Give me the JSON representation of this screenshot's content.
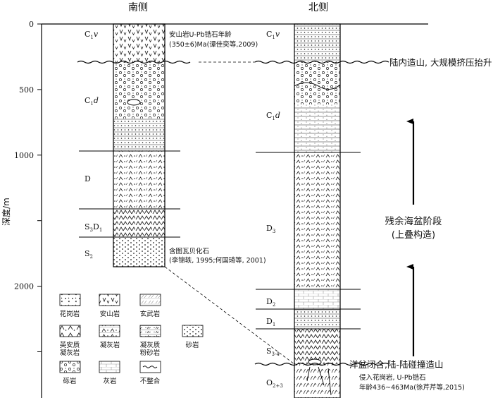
{
  "headers": {
    "south": "南侧",
    "north": "北侧"
  },
  "axis": {
    "title": "深度/m",
    "ticks": [
      {
        "value": 0,
        "label": "0"
      },
      {
        "value": 500,
        "label": "500"
      },
      {
        "value": 1000,
        "label": "1000"
      },
      {
        "value": 1500,
        "label": ""
      },
      {
        "value": 2000,
        "label": "2000"
      },
      {
        "value": 2500,
        "label": ""
      }
    ]
  },
  "south_column": {
    "units": [
      {
        "main": "C",
        "sub": "1",
        "it": "v"
      },
      {
        "main": "C",
        "sub": "1",
        "it": "d"
      },
      {
        "main": "D",
        "sub": "",
        "it": ""
      },
      {
        "main": "S",
        "sub": "3",
        "mid": "D",
        "sub2": "1"
      },
      {
        "main": "S",
        "sub": "2",
        "it": ""
      }
    ]
  },
  "north_column": {
    "units": [
      {
        "main": "C",
        "sub": "1",
        "it": "v"
      },
      {
        "main": "C",
        "sub": "1",
        "it": "d"
      },
      {
        "main": "D",
        "sub": "3",
        "it": ""
      },
      {
        "main": "D",
        "sub": "2",
        "it": ""
      },
      {
        "main": "D",
        "sub": "1",
        "it": ""
      },
      {
        "main": "S",
        "sub": "3-4",
        "it": ""
      },
      {
        "main": "O",
        "sub": "2+3",
        "it": ""
      }
    ]
  },
  "annotations": {
    "andesite_age_1": "安山岩U-Pb锆石年龄",
    "andesite_age_2": "(350±6)Ma(谭佳奕等,2009)",
    "fossil_1": "含图瓦贝化石",
    "fossil_2": "(李锦轶, 1995;何国琦等, 2001)",
    "granite_1": "侵入花岗岩, U-Pb锆石",
    "granite_2": "年龄436~463Ma(徐芹芹等,2015)"
  },
  "events": {
    "uplift": "陆内造山, 大规模挤压抬升",
    "closure": "洋盆闭合,陆-陆碰撞造山"
  },
  "stage": {
    "line1": "残余海盆阶段",
    "line2": "(上叠构造)"
  },
  "legend": {
    "granite": "花岗岩",
    "andesite": "安山岩",
    "basalt": "玄武岩",
    "dacite_1": "英安质",
    "dacite_2": "凝灰岩",
    "tuff": "凝灰岩",
    "tuffsilt_1": "凝灰质",
    "tuffsilt_2": "粉砂岩",
    "sandstone": "砂岩",
    "conglomerate": "砾岩",
    "limestone": "灰岩",
    "unconformity": "不整合"
  }
}
